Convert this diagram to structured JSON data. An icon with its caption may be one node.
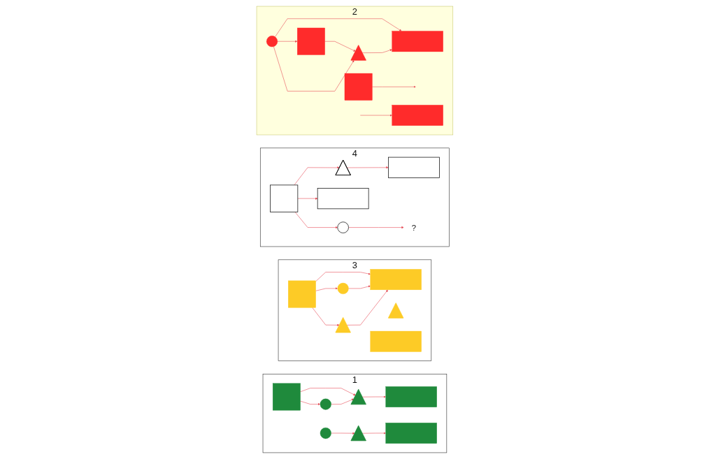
{
  "diagram": {
    "nodes": [
      {
        "text": [
          "1"
        ]
      },
      {
        "text": [],
        "shape": "box",
        "in": 0
      },
      {
        "text": [],
        "shape": "circle",
        "in": 0
      },
      {
        "text": [],
        "shape": "triangle",
        "in": 0
      },
      {
        "text": [],
        "shape": "bar",
        "in": 0
      },
      {
        "text": [],
        "shape": "circle",
        "in": 0
      },
      {
        "text": [],
        "shape": "triangle",
        "in": 0
      },
      {
        "text": [],
        "shape": "bar",
        "in": 0
      },
      {
        "text": [
          "2"
        ]
      },
      {
        "text": [],
        "shape": "box",
        "in": 8
      },
      {
        "text": [],
        "shape": "circle",
        "in": 8
      },
      {
        "text": [],
        "shape": "triangle",
        "in": 8
      },
      {
        "text": [],
        "shape": "bar",
        "in": 8
      },
      {
        "text": [],
        "shape": "box",
        "in": 8
      },
      {
        "text": [],
        "shape": "bar",
        "in": 8
      },
      {
        "text": [
          "3"
        ]
      },
      {
        "text": [],
        "shape": "box",
        "in": 15
      },
      {
        "text": [],
        "shape": "circle",
        "in": 15
      },
      {
        "text": [],
        "shape": "triangle",
        "in": 15
      },
      {
        "text": [],
        "shape": "bar",
        "in": 15
      },
      {
        "text": [],
        "shape": "triangle",
        "in": 15
      },
      {
        "text": [],
        "shape": "bar",
        "in": 15
      },
      {
        "text": [
          "4"
        ]
      },
      {
        "text": [],
        "shape": "triangle",
        "in": 22
      },
      {
        "text": [],
        "shape": "bar",
        "in": 22
      },
      {
        "text": [],
        "shape": "box",
        "in": 22
      },
      {
        "text": [],
        "shape": "bar",
        "in": 22
      },
      {
        "text": [],
        "shape": "circle",
        "in": 22
      },
      {
        "text": [
          "?"
        ],
        "in": 22
      }
    ],
    "edges": [
      {
        "from": 1,
        "to": 2,
        "arrow": "to"
      },
      {
        "from": 1,
        "to": 3,
        "arrow": "to"
      },
      {
        "from": 2,
        "to": 3,
        "arrow": "to"
      },
      {
        "from": 3,
        "to": 4,
        "arrow": "to"
      },
      {
        "from": 5,
        "to": 6,
        "arrow": "to"
      },
      {
        "from": 6,
        "to": 7,
        "arrow": "to"
      },
      {
        "from": 10,
        "to": 9,
        "arrow": "to"
      },
      {
        "from": 9,
        "to": 11,
        "arrow": "to"
      },
      {
        "from": 10,
        "to": 11,
        "arrow": "to"
      },
      {
        "from": 10,
        "to": 12,
        "arrow": "to"
      },
      {
        "from": 11,
        "to": 12,
        "arrow": "to"
      },
      {
        "from": 13,
        "to": null,
        "arrow": "to"
      },
      {
        "from": null,
        "to": 14,
        "arrow": "to"
      },
      {
        "from": 16,
        "to": 17,
        "arrow": "to"
      },
      {
        "from": 16,
        "to": 18,
        "arrow": "to"
      },
      {
        "from": 16,
        "to": 19,
        "arrow": "to"
      },
      {
        "from": 17,
        "to": 19,
        "arrow": "to"
      },
      {
        "from": 18,
        "to": 19,
        "arrow": "to"
      },
      {
        "from": 25,
        "to": 23,
        "arrow": "to"
      },
      {
        "from": 23,
        "to": 24,
        "arrow": "to"
      },
      {
        "from": 25,
        "to": 26,
        "arrow": "to"
      },
      {
        "from": 25,
        "to": 27,
        "arrow": "to"
      },
      {
        "from": 27,
        "to": 28,
        "arrow": "to"
      }
    ]
  }
}
